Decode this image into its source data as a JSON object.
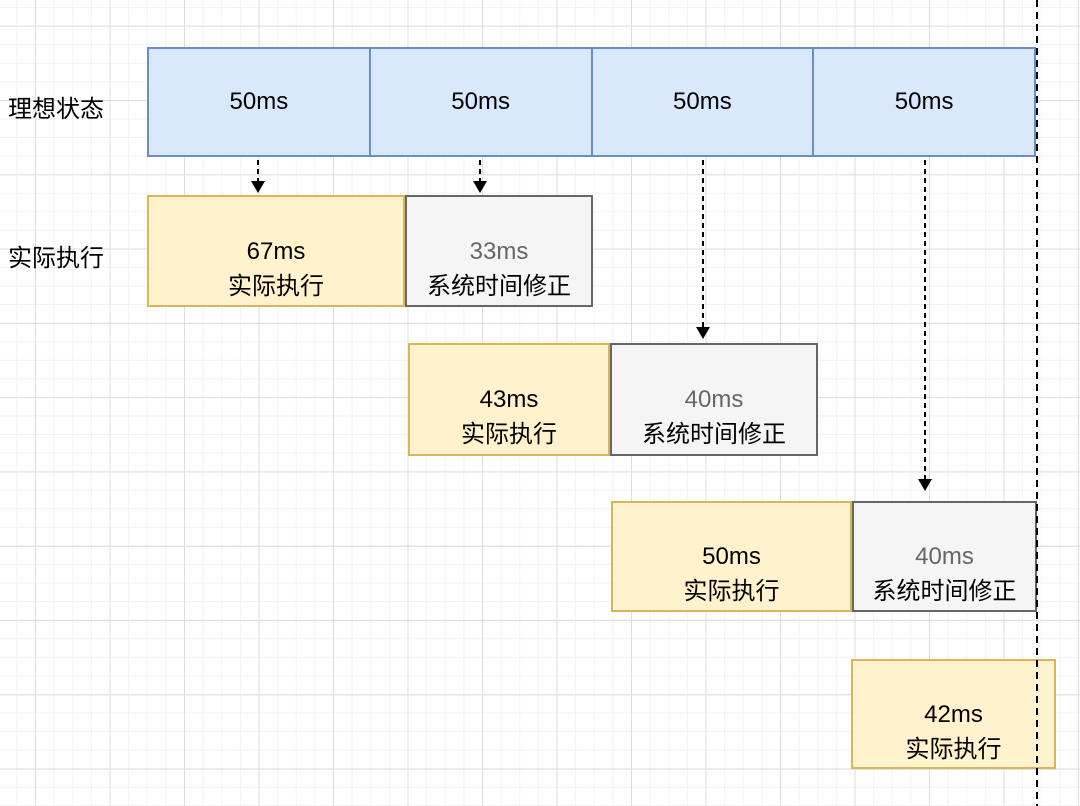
{
  "diagram": {
    "left_labels": [
      {
        "text": "理想状态"
      },
      {
        "text": "实际执行"
      }
    ],
    "ideal_row": {
      "blocks": [
        {
          "duration": "50ms"
        },
        {
          "duration": "50ms"
        },
        {
          "duration": "50ms"
        },
        {
          "duration": "50ms"
        }
      ]
    },
    "actual_rows": [
      {
        "segments": [
          {
            "kind": "actual",
            "duration": "67ms",
            "label": "实际执行"
          },
          {
            "kind": "correction",
            "duration": "33ms",
            "label": "系统时间修正"
          }
        ]
      },
      {
        "segments": [
          {
            "kind": "actual",
            "duration": "43ms",
            "label": "实际执行"
          },
          {
            "kind": "correction",
            "duration": "40ms",
            "label": "系统时间修正"
          }
        ]
      },
      {
        "segments": [
          {
            "kind": "actual",
            "duration": "50ms",
            "label": "实际执行"
          },
          {
            "kind": "correction",
            "duration": "40ms",
            "label": "系统时间修正"
          }
        ]
      },
      {
        "segments": [
          {
            "kind": "actual",
            "duration": "42ms",
            "label": "实际执行"
          }
        ]
      }
    ],
    "colors": {
      "ideal_fill": "#dae8fc",
      "ideal_border": "#6c8ebf",
      "actual_fill": "#fff2cc",
      "actual_border": "#d6b656",
      "correction_fill": "#f5f5f5",
      "correction_border": "#666666",
      "correction_duration_text": "#666666",
      "text": "#000000"
    }
  }
}
